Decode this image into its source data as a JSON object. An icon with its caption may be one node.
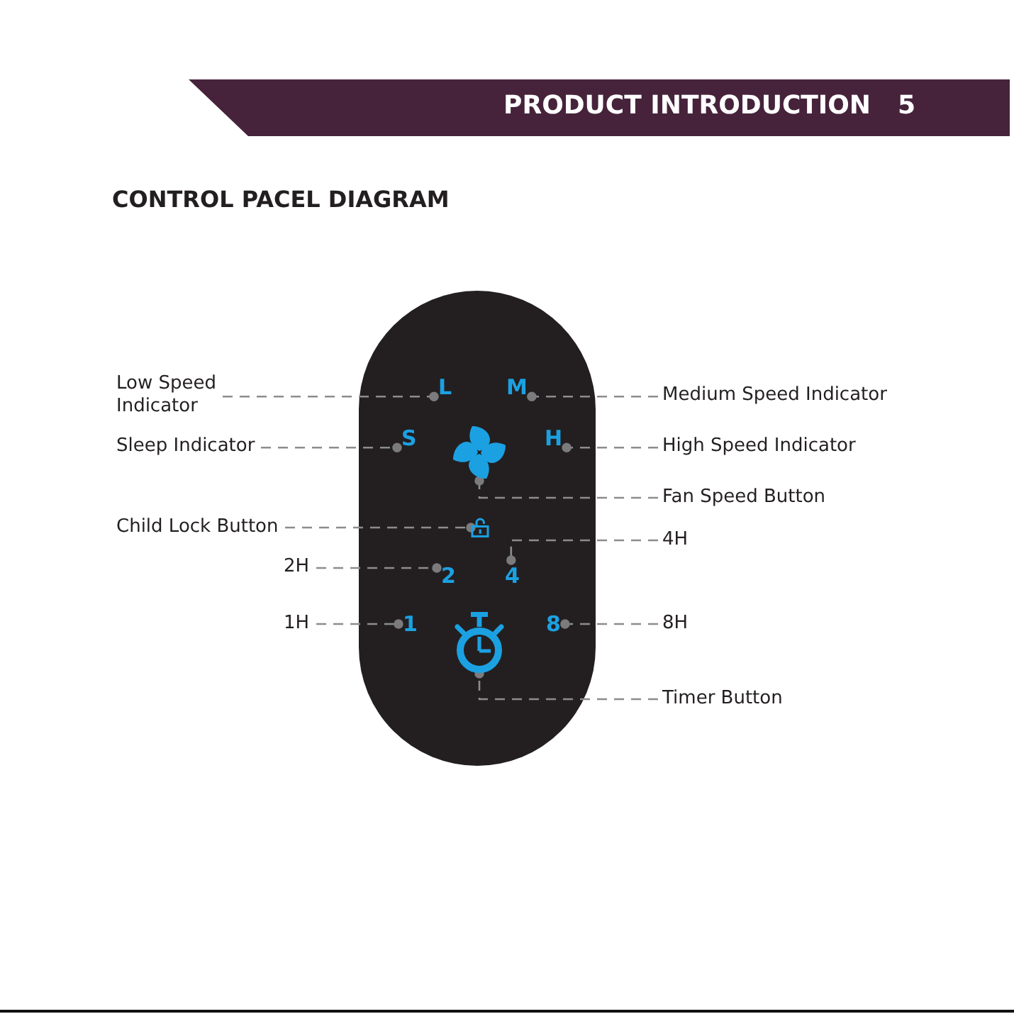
{
  "diagram": {
    "title": "CONTROL PACEL DIAGRAM",
    "nodes": [
      {
        "text": [],
        "shape": "box"
      },
      {
        "text": [
          "Low Speed Indicator"
        ]
      },
      {
        "text": [
          "L"
        ],
        "in": 0
      },
      {
        "text": [
          "M"
        ],
        "in": 0
      },
      {
        "text": [
          "Medium Speed Indicator"
        ]
      },
      {
        "text": [
          "Sleep Indicator"
        ]
      },
      {
        "text": [
          "S"
        ],
        "in": 0
      },
      {
        "text": [],
        "shape": "picture",
        "in": 0
      },
      {
        "text": [
          "H"
        ],
        "in": 0
      },
      {
        "text": [
          "High Speed Indicator"
        ]
      },
      {
        "text": [
          "Fan Speed Button"
        ]
      },
      {
        "text": [
          "Child Lock Button"
        ]
      },
      {
        "text": [],
        "shape": "picture",
        "in": 0
      },
      {
        "text": [
          "4H"
        ]
      },
      {
        "text": [
          "2H"
        ]
      },
      {
        "text": [
          "2"
        ],
        "in": 0
      },
      {
        "text": [
          "4"
        ],
        "in": 0
      },
      {
        "text": [
          "1H"
        ]
      },
      {
        "text": [
          "1"
        ],
        "in": 0
      },
      {
        "text": [],
        "shape": "picture",
        "in": 0
      },
      {
        "text": [
          "8"
        ],
        "in": 0
      },
      {
        "text": [
          "8H"
        ]
      },
      {
        "text": [
          "Timer Button"
        ]
      }
    ],
    "edges": [
      {
        "from": 1,
        "to": 2,
        "arrow": "other",
        "style": "dashed"
      },
      {
        "from": 4,
        "to": 3,
        "arrow": "other",
        "style": "dashed"
      },
      {
        "from": 5,
        "to": 6,
        "arrow": "other",
        "style": "dashed"
      },
      {
        "from": 9,
        "to": 8,
        "arrow": "other",
        "style": "dashed"
      },
      {
        "from": 10,
        "to": 7,
        "arrow": "other",
        "style": "dashed"
      },
      {
        "from": 11,
        "to": 12,
        "arrow": "other",
        "style": "dashed"
      },
      {
        "from": 13,
        "to": 16,
        "arrow": "other",
        "style": "dashed"
      },
      {
        "from": 14,
        "to": 15,
        "arrow": "other",
        "style": "dashed"
      },
      {
        "from": 17,
        "to": 18,
        "arrow": "other",
        "style": "dashed"
      },
      {
        "from": 21,
        "to": 20,
        "arrow": "other",
        "style": "dashed"
      },
      {
        "from": 22,
        "to": 19,
        "arrow": "other",
        "style": "dashed"
      }
    ],
    "labels": [
      "PRODUCT INTRODUCTION",
      "5"
    ]
  }
}
